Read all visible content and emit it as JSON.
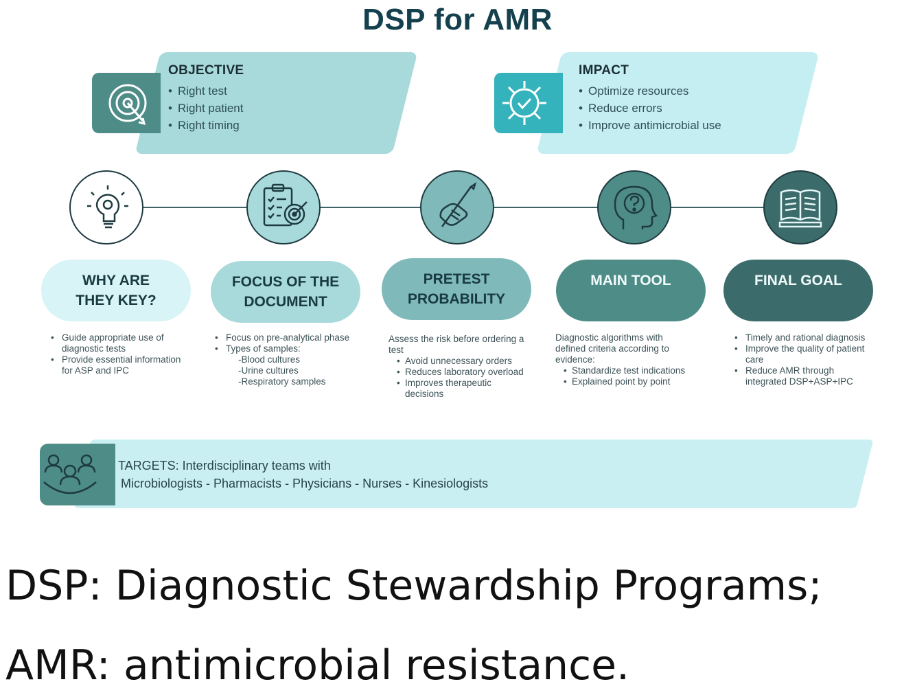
{
  "title": "DSP for AMR",
  "objective": {
    "heading": "OBJECTIVE",
    "icon": "target-icon",
    "items": [
      "Right test",
      "Right patient",
      "Right timing"
    ]
  },
  "impact": {
    "heading": "IMPACT",
    "icon": "gear-check-icon",
    "items": [
      "Optimize resources",
      "Reduce errors",
      "Improve antimicrobial use"
    ]
  },
  "steps": [
    {
      "icon": "lightbulb-gear-icon",
      "label": "WHY ARE\nTHEY KEY?",
      "bullets": [
        "Guide appropriate use of diagnostic tests",
        "Provide essential information for ASP and IPC"
      ]
    },
    {
      "icon": "clipboard-target-icon",
      "label": "FOCUS OF THE\nDOCUMENT",
      "bullets": [
        "Focus on pre-analytical phase",
        "Types of samples:"
      ],
      "sub": [
        "-Blood cultures",
        "-Urine cultures",
        "-Respiratory samples"
      ]
    },
    {
      "icon": "hand-pencil-icon",
      "label": "PRETEST\nPROBABILITY",
      "intro": "Assess the risk before ordering a test",
      "bullets": [
        "Avoid unnecessary orders",
        "Reduces laboratory overload",
        "Improves therapeutic decisions"
      ]
    },
    {
      "icon": "head-question-icon",
      "label": "MAIN TOOL",
      "intro": "Diagnostic algorithms with defined criteria according to evidence:",
      "bullets": [
        "Standardize test indications",
        "Explained point by point"
      ]
    },
    {
      "icon": "open-book-icon",
      "label": "FINAL GOAL",
      "bullets": [
        "Timely and rational diagnosis",
        "Improve the quality of patient care",
        "Reduce AMR through integrated DSP+ASP+IPC"
      ]
    }
  ],
  "targets": {
    "icon": "team-icon",
    "line1": "TARGETS: Interdisciplinary teams with",
    "line2": "Microbiologists - Pharmacists - Physicians - Nurses - Kinesiologists"
  },
  "footnote": {
    "line1": "DSP: Diagnostic Stewardship Programs;",
    "line2": "AMR: antimicrobial resistance."
  },
  "colors": {
    "title": "#14414d",
    "pill1": "#d9f4f6",
    "pill2": "#a8dadc",
    "pill3": "#7fb9b9",
    "pill4": "#4e8c88",
    "pill5": "#3b6b6b",
    "banner": "#c9eff3"
  }
}
